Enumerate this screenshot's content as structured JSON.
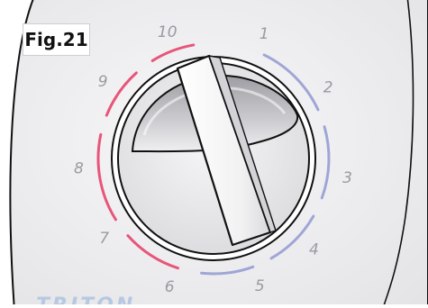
{
  "figure_label": "Fig.21",
  "brand": "TRITON",
  "dial": {
    "numbers": [
      "1",
      "2",
      "3",
      "4",
      "5",
      "6",
      "7",
      "8",
      "9",
      "10"
    ],
    "colors": {
      "cold": "#9fa6d6",
      "hot": "#e8557a",
      "knob": "#f2f2f3",
      "face": "#efeff1"
    }
  }
}
